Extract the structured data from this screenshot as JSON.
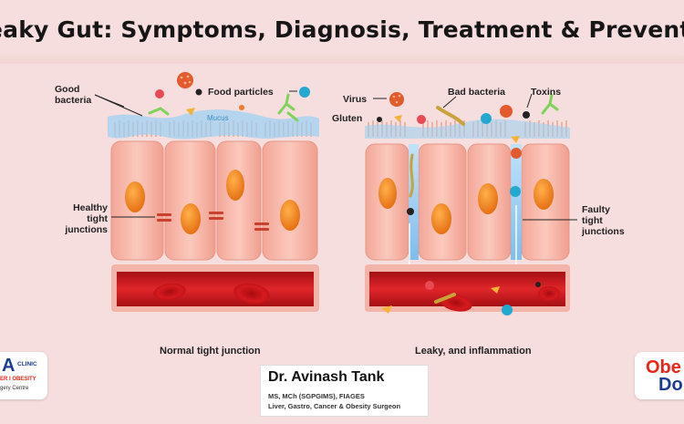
{
  "title": "eaky Gut: Symptoms, Diagnosis, Treatment & Preventio",
  "left_panel": {
    "labels": {
      "good_bacteria": "Good\nbacteria",
      "food_particles": "Food particles",
      "mucus": "Mucus",
      "healthy_tight_junctions": "Healthy\ntight\njunctions"
    },
    "caption": "Normal tight junction"
  },
  "right_panel": {
    "labels": {
      "virus": "Virus",
      "bad_bacteria": "Bad bacteria",
      "toxins": "Toxins",
      "gluten": "Gluten",
      "faulty_tight_junctions": "Faulty\ntight\njunctions"
    },
    "caption": "Leaky, and inflammation"
  },
  "doctor": {
    "name": "Dr. Avinash Tank",
    "line1": "MS, MCh (SGPGIMS), FIAGES",
    "line2": "Liver, Gastro, Cancer & Obesity Surgeon"
  },
  "logo_left": {
    "mark": "A",
    "word1": "CLINIC",
    "word2": "ER I OBESITY",
    "word3": "gery Centre"
  },
  "logo_right": {
    "word1": "Obe",
    "word2": "Do"
  },
  "colors": {
    "background": "#f7dede",
    "cell": "#f6b2a4",
    "nucleus": "#f08a1e",
    "mucus": "#9fd0f2",
    "blood_vessel": "#c4161c",
    "accent_red": "#e8261b"
  }
}
